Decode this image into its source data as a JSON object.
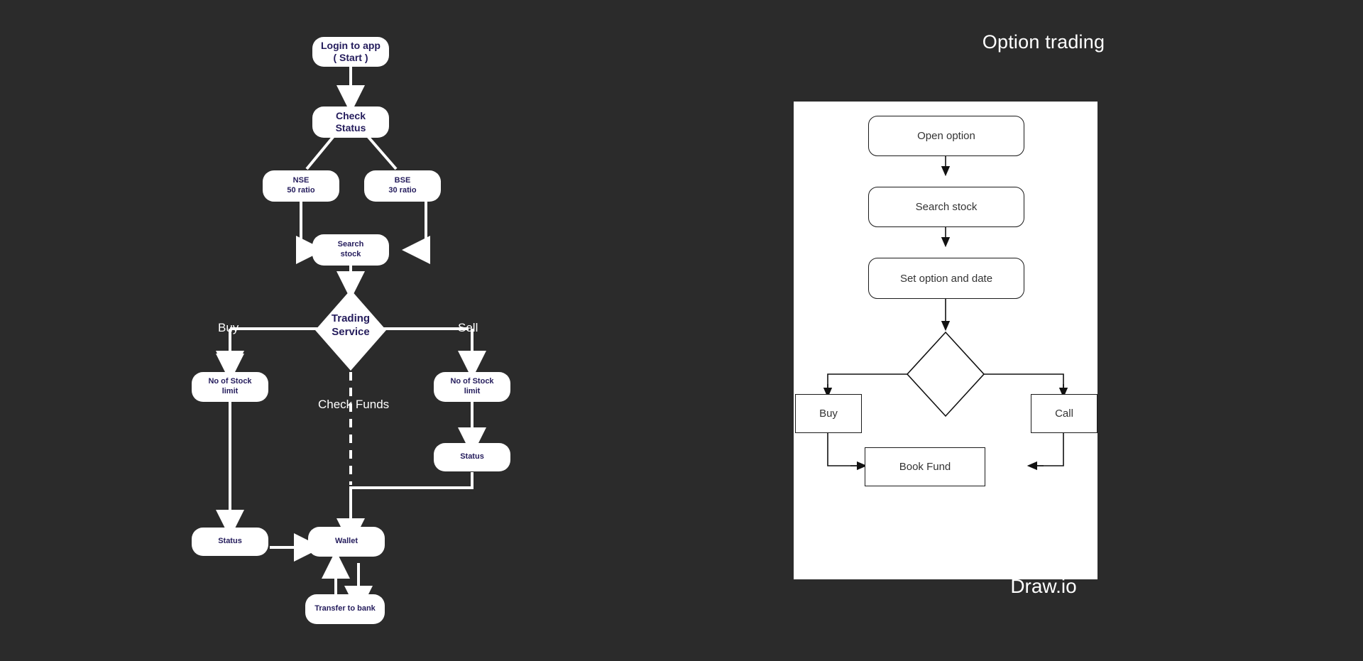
{
  "page": {
    "background_color": "#2b2b2b",
    "node_fill": "#ffffff",
    "node_text_color": "#241c5c",
    "edge_color": "#ffffff"
  },
  "left_diagram": {
    "name": "stock-trading-flowchart",
    "nodes": [
      {
        "id": "login",
        "label_line1": "Login to app",
        "label_line2": "( Start )"
      },
      {
        "id": "check-status",
        "label_line1": "Check",
        "label_line2": "Status"
      },
      {
        "id": "nse",
        "label_line1": "NSE",
        "label_line2": "50 ratio"
      },
      {
        "id": "bse",
        "label_line1": "BSE",
        "label_line2": "30 ratio"
      },
      {
        "id": "search-stock",
        "label_line1": "Search",
        "label_line2": "stock"
      },
      {
        "id": "trading-service",
        "label_line1": "Trading",
        "label_line2": "Service"
      },
      {
        "id": "buy-stock-limit",
        "label_line1": "No of Stock",
        "label_line2": "limit"
      },
      {
        "id": "sell-stock-limit",
        "label_line1": "No of Stock",
        "label_line2": "limit"
      },
      {
        "id": "sell-status",
        "label_line1": "Status",
        "label_line2": ""
      },
      {
        "id": "buy-status",
        "label_line1": "Status",
        "label_line2": ""
      },
      {
        "id": "wallet",
        "label_line1": "Wallet",
        "label_line2": ""
      },
      {
        "id": "transfer-to-bank",
        "label_line1": "Transfer to bank",
        "label_line2": ""
      }
    ],
    "edge_labels": {
      "buy": "Buy",
      "sell": "Sell",
      "check_funds": "Check Funds"
    }
  },
  "right_diagram": {
    "title": "Option trading",
    "caption": "Draw.io",
    "nodes": [
      {
        "id": "open-option",
        "label": "Open option"
      },
      {
        "id": "search-stock",
        "label": "Search stock"
      },
      {
        "id": "set-option-date",
        "label": "Set option and date"
      },
      {
        "id": "decision",
        "label": ""
      },
      {
        "id": "buy",
        "label": "Buy"
      },
      {
        "id": "call",
        "label": "Call"
      },
      {
        "id": "book-fund",
        "label": "Book Fund"
      }
    ]
  }
}
